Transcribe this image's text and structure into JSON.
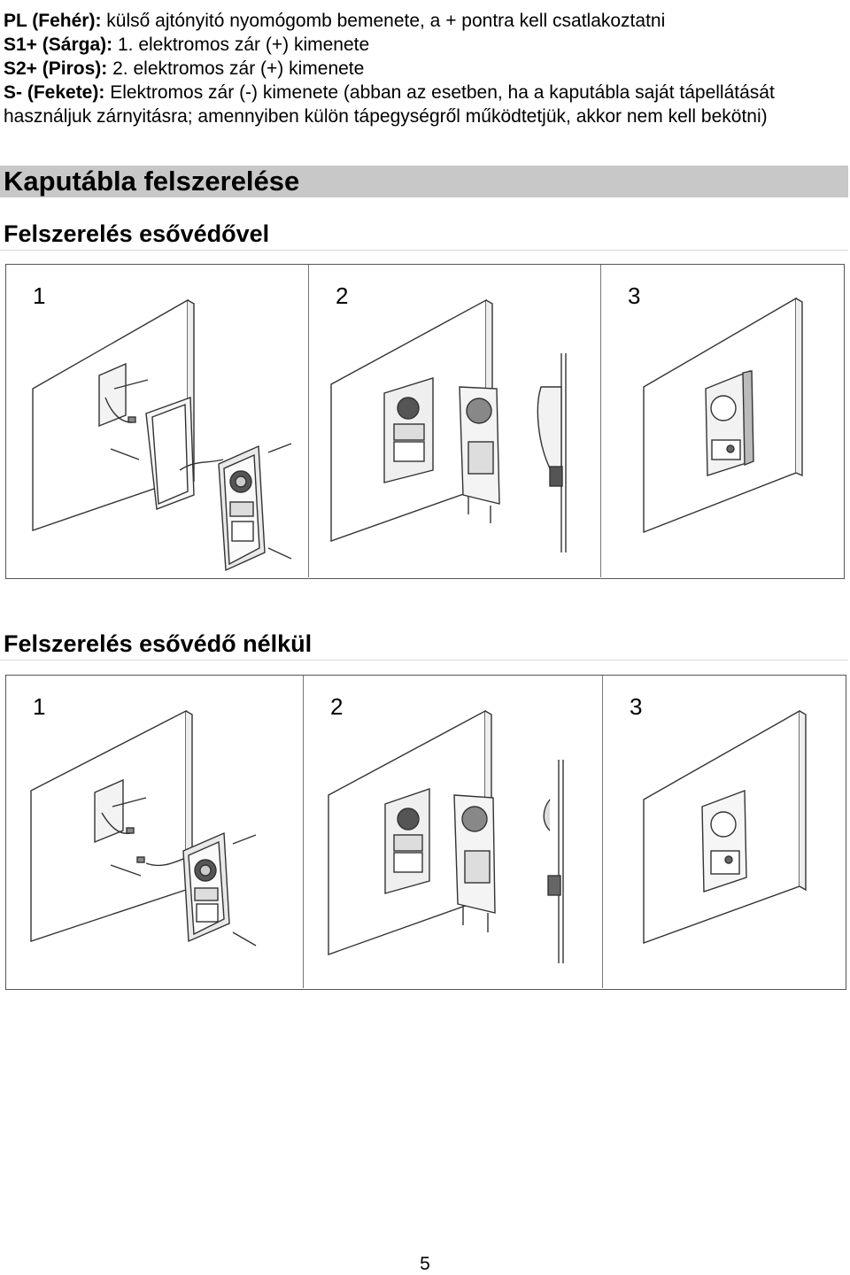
{
  "definitions": [
    {
      "term": "PL (Fehér):",
      "text": " külső ajtónyitó nyomógomb bemenete, a + pontra kell csatlakoztatni"
    },
    {
      "term": "S1+ (Sárga):",
      "text": " 1. elektromos zár (+) kimenete"
    },
    {
      "term": "S2+ (Piros):",
      "text": " 2. elektromos zár (+) kimenete"
    },
    {
      "term": "S- (Fekete):",
      "text": " Elektromos zár (-) kimenete (abban az esetben, ha a kaputábla saját tápellátását használjuk zárnyitásra; amennyiben külön tápegységről működtetjük, akkor nem kell bekötni)"
    }
  ],
  "section_title": "Kaputábla felszerelése",
  "with_shield": {
    "title": "Felszerelés esővédővel",
    "steps": [
      "1",
      "2",
      "3"
    ]
  },
  "without_shield": {
    "title": "Felszerelés esővédő nélkül",
    "steps": [
      "1",
      "2",
      "3"
    ]
  },
  "page_number": "5"
}
